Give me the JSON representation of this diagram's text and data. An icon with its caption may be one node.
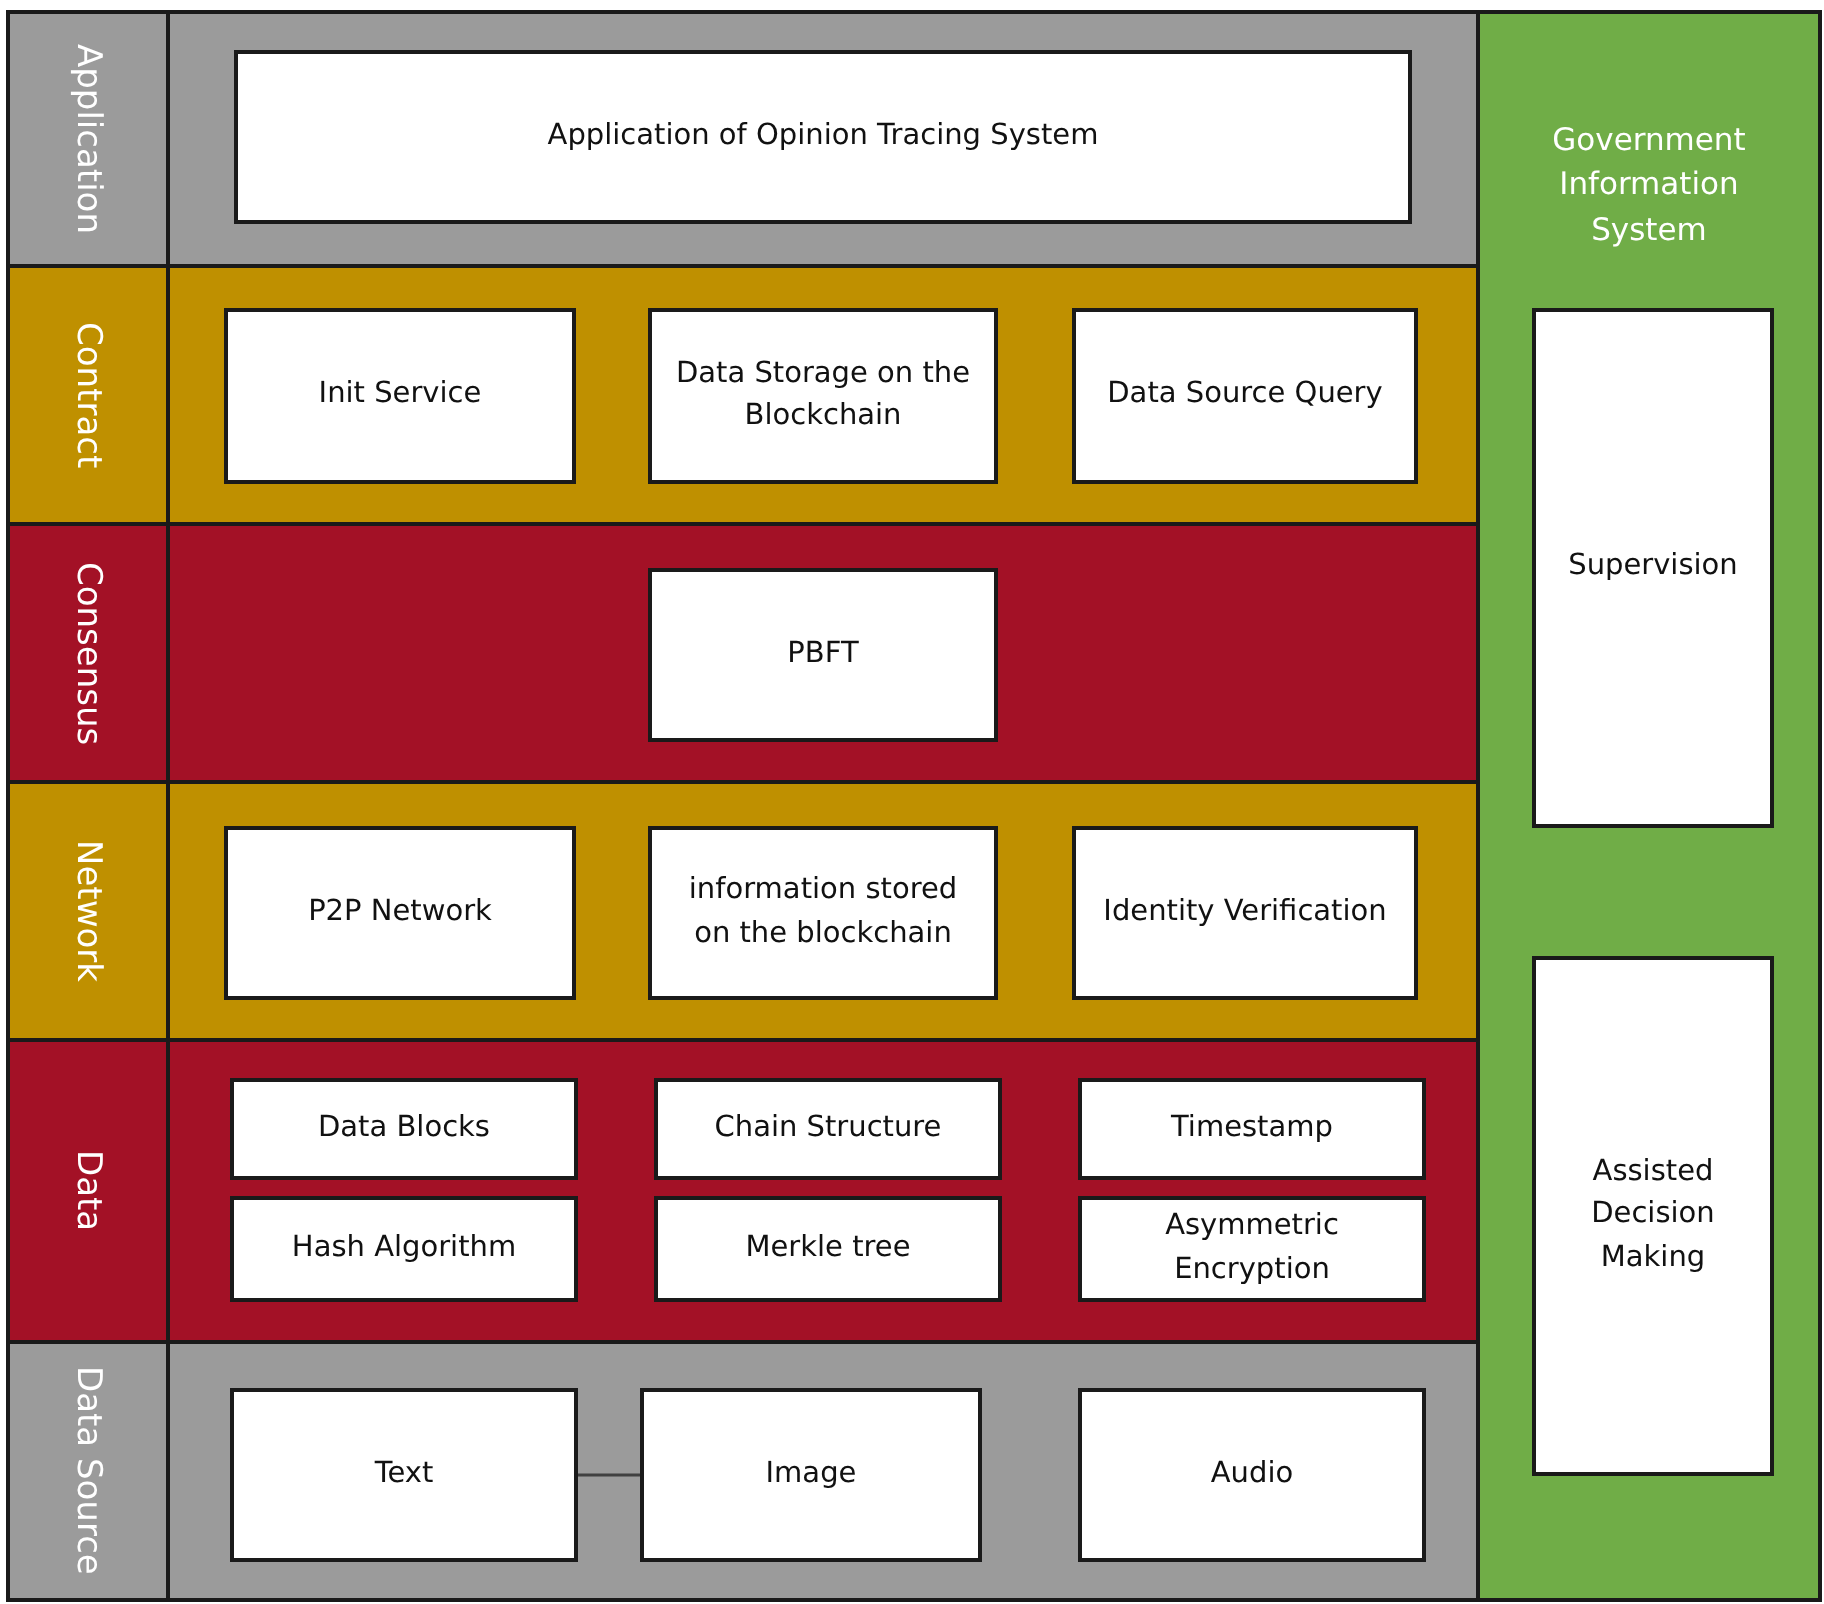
{
  "diagram": {
    "nodes": [
      {
        "text": [
          "Application"
        ]
      },
      {
        "text": [
          "Application of Opinion Tracing System"
        ],
        "in": 0
      },
      {
        "text": [
          "Contract"
        ]
      },
      {
        "text": [
          "Init Service"
        ],
        "in": 2
      },
      {
        "text": [
          "Data Storage on the Blockchain"
        ],
        "in": 2
      },
      {
        "text": [
          "Data Source Query"
        ],
        "in": 2
      },
      {
        "text": [
          "Consensus"
        ]
      },
      {
        "text": [
          "PBFT"
        ],
        "in": 6
      },
      {
        "text": [
          "Network"
        ]
      },
      {
        "text": [
          "P2P Network"
        ],
        "in": 8
      },
      {
        "text": [
          "information stored on the blockchain"
        ],
        "in": 8
      },
      {
        "text": [
          "Identity Verification"
        ],
        "in": 8
      },
      {
        "text": [
          "Data"
        ]
      },
      {
        "text": [
          "Data Blocks"
        ],
        "in": 12
      },
      {
        "text": [
          "Chain Structure"
        ],
        "in": 12
      },
      {
        "text": [
          "Timestamp"
        ],
        "in": 12
      },
      {
        "text": [
          "Hash Algorithm"
        ],
        "in": 12
      },
      {
        "text": [
          "Merkle tree"
        ],
        "in": 12
      },
      {
        "text": [
          "Asymmetric Encryption"
        ],
        "in": 12
      },
      {
        "text": [
          "Data Source"
        ]
      },
      {
        "text": [
          "Text"
        ],
        "in": 19
      },
      {
        "text": [
          "Image"
        ],
        "in": 19
      },
      {
        "text": [
          "Audio"
        ],
        "in": 19
      },
      {
        "text": [
          "Government Information System"
        ]
      },
      {
        "text": [
          "Supervision"
        ],
        "in": 23
      },
      {
        "text": [
          "Assisted Decision Making"
        ],
        "in": 23
      }
    ],
    "edges": [
      {
        "from": 20,
        "to": 21,
        "arrow": "none"
      }
    ]
  }
}
